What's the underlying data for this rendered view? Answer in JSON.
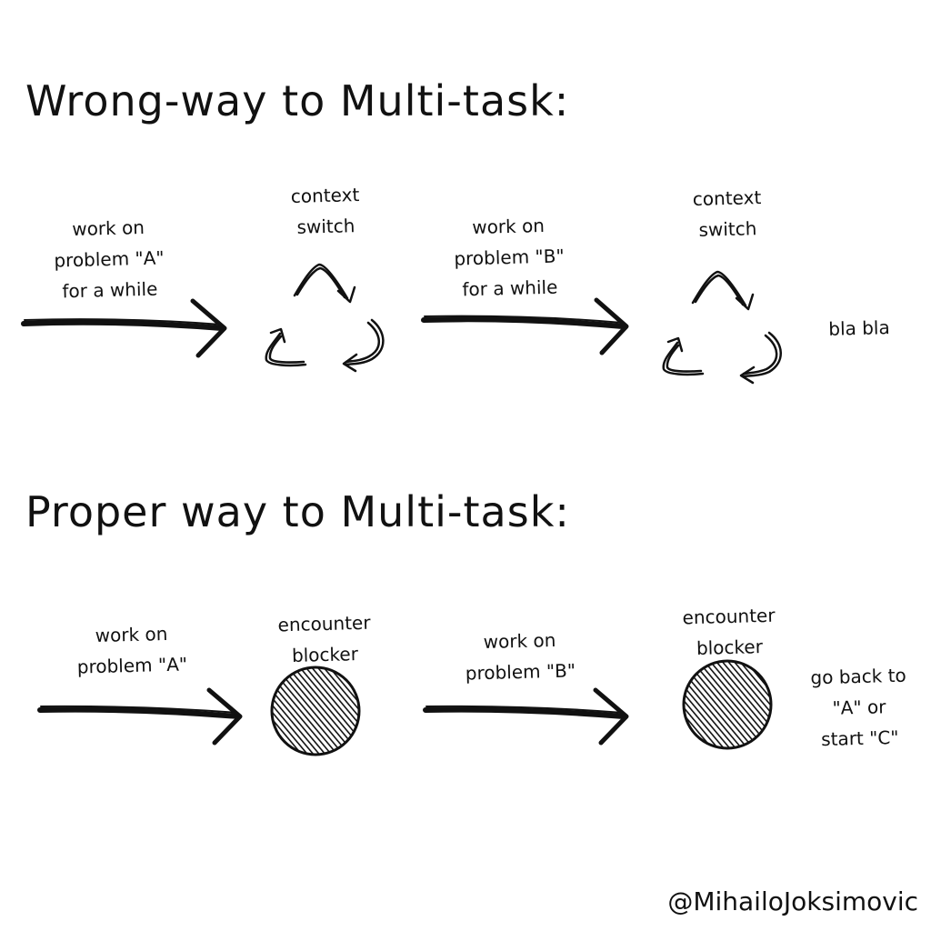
{
  "sections": [
    {
      "title": "Wrong-way to Multi-task:",
      "steps": [
        {
          "lines": [
            "work on",
            "problem \"A\"",
            "for a while"
          ]
        },
        {
          "lines": [
            "context",
            "switch"
          ]
        },
        {
          "lines": [
            "work on",
            "problem \"B\"",
            "for a while"
          ]
        },
        {
          "lines": [
            "context",
            "switch"
          ]
        },
        {
          "lines": [
            "bla bla"
          ]
        }
      ]
    },
    {
      "title": "Proper way to Multi-task:",
      "steps": [
        {
          "lines": [
            "work on",
            "problem \"A\""
          ]
        },
        {
          "lines": [
            "encounter",
            "blocker"
          ]
        },
        {
          "lines": [
            "work on",
            "problem \"B\""
          ]
        },
        {
          "lines": [
            "encounter",
            "blocker"
          ]
        },
        {
          "lines": [
            "go back to",
            "\"A\" or",
            "start \"C\""
          ]
        }
      ]
    }
  ],
  "credit": "@MihailoJoksimovic",
  "colors": {
    "ink": "#111111",
    "background": "#ffffff"
  }
}
